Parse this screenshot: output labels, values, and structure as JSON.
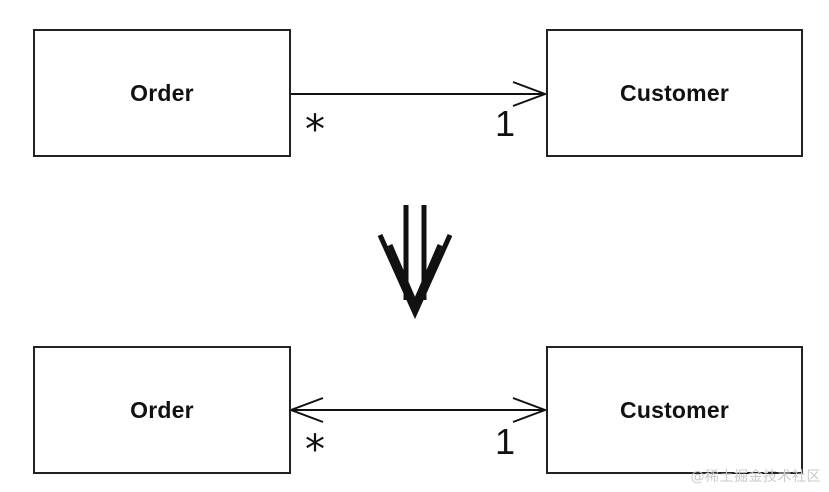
{
  "top_diagram": {
    "left_class": "Order",
    "right_class": "Customer",
    "left_multiplicity": "*",
    "right_multiplicity": "1",
    "association": "unidirectional"
  },
  "bottom_diagram": {
    "left_class": "Order",
    "right_class": "Customer",
    "left_multiplicity": "*",
    "right_multiplicity": "1",
    "association": "bidirectional"
  },
  "transition_icon": "double-down-arrow-icon",
  "watermark": "@稀土掘金技术社区"
}
